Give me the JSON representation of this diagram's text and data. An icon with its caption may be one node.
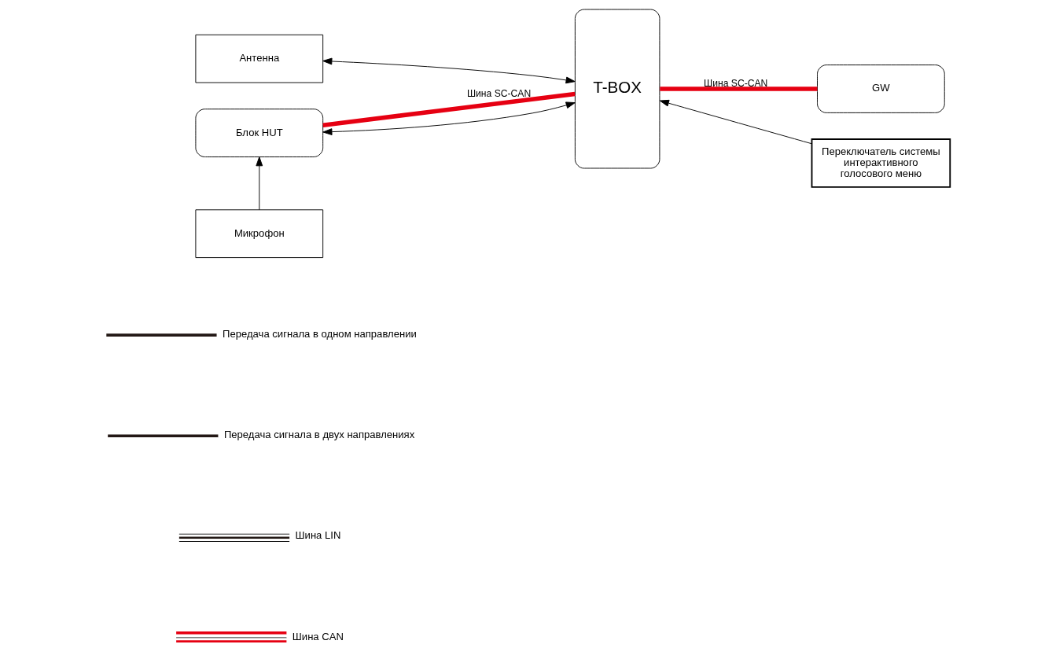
{
  "diagram": {
    "nodes": [
      {
        "text": [
          "Антенна"
        ]
      },
      {
        "text": [
          "T-BOX"
        ]
      },
      {
        "text": [
          "Переключатель системы интерактивного голосового меню"
        ]
      },
      {
        "text": [
          "Блок HUT"
        ]
      },
      {
        "text": [
          "GW"
        ]
      },
      {
        "text": [
          "Микрофон"
        ]
      }
    ],
    "edges": [
      {
        "from": 0,
        "to": 1,
        "arrow": "both"
      },
      {
        "from": 2,
        "to": 1,
        "arrow": "to"
      },
      {
        "from": 3,
        "to": 1,
        "arrow": "none",
        "label": "Шина SC-CAN",
        "color": "#e60012",
        "style": "thick"
      },
      {
        "from": 3,
        "to": 1,
        "arrow": "both"
      },
      {
        "from": 1,
        "to": 4,
        "arrow": "none",
        "label": "Шина SC-CAN",
        "color": "#e60012",
        "style": "thick"
      },
      {
        "from": 5,
        "to": 3,
        "arrow": "to"
      }
    ],
    "legend": [
      {
        "text": "Передача сигнала в одном направлении"
      },
      {
        "text": "Передача сигнала в двух направлениях"
      },
      {
        "text": "Шина LIN"
      },
      {
        "text": "Шина CAN"
      }
    ]
  }
}
